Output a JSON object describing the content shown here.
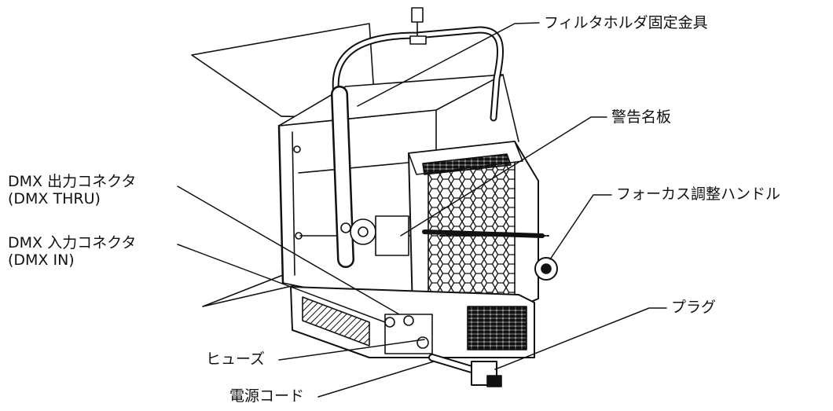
{
  "labels": {
    "filter_holder_bracket": "フィルタホルダ固定金具",
    "warning_plate": "警告名板",
    "dmx_out_line1": "DMX 出力コネクタ",
    "dmx_out_line2": "(DMX THRU)",
    "focus_handle": "フォーカス調整ハンドル",
    "dmx_in_line1": "DMX 入力コネクタ",
    "dmx_in_line2": "(DMX IN)",
    "plug": "プラグ",
    "fuse": "ヒューズ",
    "power_cord": "電源コード"
  },
  "colors": {
    "line": "#111111",
    "background": "#ffffff"
  }
}
